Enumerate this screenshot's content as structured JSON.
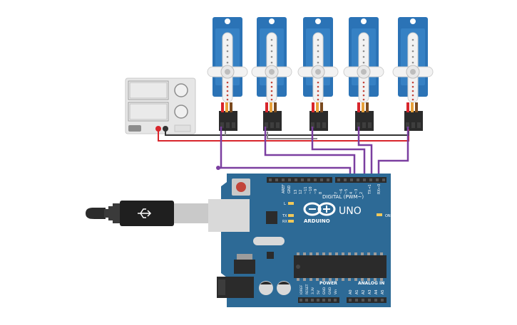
{
  "power_supply": {
    "brand_label": "",
    "button_label": ""
  },
  "servos": [
    {
      "id": 1,
      "wire_color": "#7b3fa0"
    },
    {
      "id": 2,
      "wire_color": "#7b3fa0"
    },
    {
      "id": 3,
      "wire_color": "#7b3fa0"
    },
    {
      "id": 4,
      "wire_color": "#7b3fa0"
    },
    {
      "id": 5,
      "wire_color": "#7b3fa0"
    }
  ],
  "arduino": {
    "digital_label": "DIGITAL (PWM~)",
    "uno_label": "UNO",
    "arduino_label": "ARDUINO",
    "on_label": "ON",
    "power_label": "POWER",
    "analog_label": "ANALOG IN",
    "l_label": "L",
    "tx_label": "TX",
    "rx_label": "RX",
    "aref_label": "AREF",
    "gnd_label": "GND",
    "digital_pins": [
      "13",
      "12",
      "~11",
      "~10",
      "~9",
      "8",
      "7",
      "~6",
      "~5",
      "4",
      "~3",
      "2",
      "TX→1",
      "RX←0"
    ],
    "power_pins": [
      "IOREF",
      "RESET",
      "3.3V",
      "5V",
      "GND",
      "GND",
      "Vin"
    ],
    "analog_pins": [
      "A0",
      "A1",
      "A2",
      "A3",
      "A4",
      "A5"
    ]
  },
  "colors": {
    "board": "#2d6a96",
    "servo_blue": "#2b73b6",
    "wire_purple": "#7b3fa0",
    "wire_red": "#d8262c",
    "wire_black": "#333333",
    "wire_gray": "#8a8a8a"
  }
}
